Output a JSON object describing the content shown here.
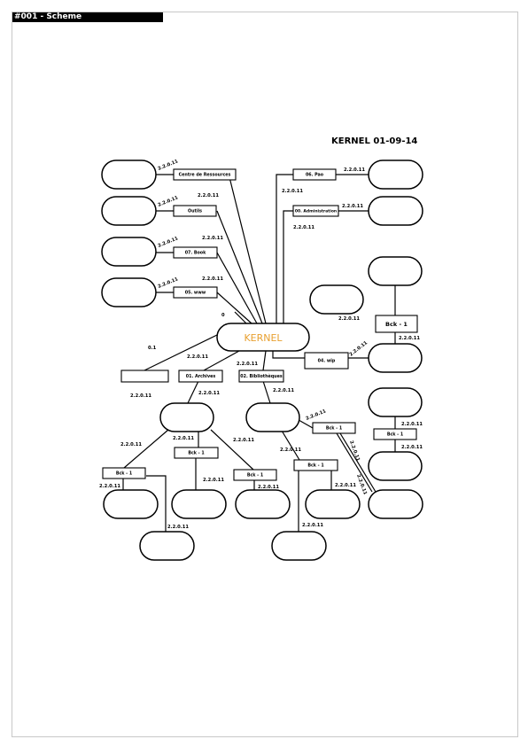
{
  "header": {
    "label": "#001 - Scheme"
  },
  "diagram": {
    "title": "KERNEL 01-09-14",
    "kernel_label": "KERNEL",
    "kernel_color": "#e8a030",
    "labels": {
      "centre": "Centre de Ressources",
      "outils": "Outils",
      "book": "07. Book",
      "www": "05. www",
      "pao": "06. Pao",
      "admin": "00. Administration",
      "wip": "04. wip",
      "archives": "01. Archives",
      "biblio": "02. Bibliothèques",
      "bck": "Bck - 1",
      "version": "2.2.0.11",
      "zero": "0",
      "zero_one": "0.1"
    }
  }
}
